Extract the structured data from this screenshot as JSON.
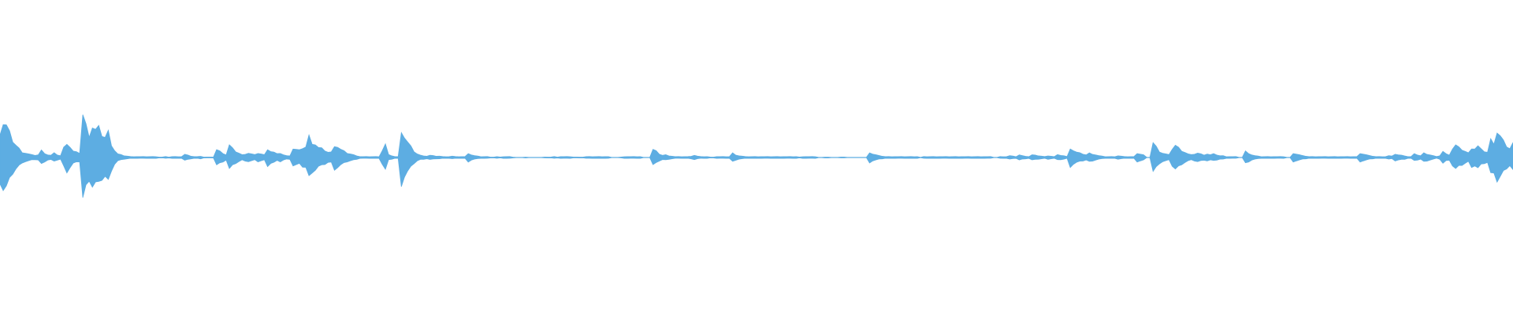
{
  "waveform": {
    "color": "#5DADE2",
    "background": "#FFFFFF",
    "samples": [
      0.58,
      0.78,
      0.72,
      0.55,
      0.38,
      0.28,
      0.2,
      0.12,
      0.1,
      0.08,
      0.06,
      0.05,
      0.06,
      0.16,
      0.1,
      0.06,
      0.05,
      0.1,
      0.06,
      0.04,
      0.22,
      0.34,
      0.24,
      0.14,
      0.12,
      0.1,
      0.98,
      0.72,
      0.52,
      0.7,
      0.62,
      0.66,
      0.52,
      0.46,
      0.58,
      0.3,
      0.16,
      0.08,
      0.06,
      0.04,
      0.03,
      0.02,
      0.02,
      0.02,
      0.02,
      0.02,
      0.02,
      0.02,
      0.02,
      0.02,
      0.01,
      0.01,
      0.02,
      0.01,
      0.02,
      0.02,
      0.02,
      0.02,
      0.07,
      0.05,
      0.03,
      0.02,
      0.02,
      0.03,
      0.01,
      0.01,
      0.01,
      0.01,
      0.18,
      0.14,
      0.1,
      0.06,
      0.28,
      0.2,
      0.14,
      0.1,
      0.06,
      0.08,
      0.1,
      0.08,
      0.06,
      0.1,
      0.08,
      0.06,
      0.2,
      0.14,
      0.12,
      0.08,
      0.1,
      0.06,
      0.04,
      0.04,
      0.2,
      0.18,
      0.16,
      0.22,
      0.24,
      0.48,
      0.34,
      0.3,
      0.22,
      0.2,
      0.16,
      0.12,
      0.12,
      0.28,
      0.24,
      0.18,
      0.14,
      0.1,
      0.08,
      0.06,
      0.04,
      0.02,
      0.02,
      0.02,
      0.02,
      0.02,
      0.02,
      0.02,
      0.16,
      0.3,
      0.06,
      0.04,
      0.02,
      0.02,
      0.64,
      0.46,
      0.34,
      0.24,
      0.14,
      0.08,
      0.05,
      0.04,
      0.03,
      0.05,
      0.04,
      0.03,
      0.03,
      0.02,
      0.02,
      0.02,
      0.03,
      0.02,
      0.02,
      0.02,
      0.02,
      0.1,
      0.06,
      0.04,
      0.03,
      0.02,
      0.02,
      0.02,
      0.01,
      0.01,
      0.02,
      0.01,
      0.02,
      0.02,
      0.02,
      0.01,
      0.0,
      0.0,
      0.0,
      0.01,
      0.0,
      0.0,
      0.0,
      0.0,
      0.0,
      0.01,
      0.01,
      0.01,
      0.02,
      0.01,
      0.02,
      0.02,
      0.02,
      0.02,
      0.01,
      0.01,
      0.01,
      0.01,
      0.02,
      0.02,
      0.02,
      0.02,
      0.02,
      0.02,
      0.02,
      0.02,
      0.0,
      0.0,
      0.0,
      0.01,
      0.02,
      0.02,
      0.02,
      0.02,
      0.02,
      0.02,
      0.0,
      0.0,
      0.0,
      0.18,
      0.14,
      0.08,
      0.05,
      0.06,
      0.04,
      0.03,
      0.02,
      0.02,
      0.02,
      0.02,
      0.02,
      0.03,
      0.05,
      0.03,
      0.02,
      0.02,
      0.02,
      0.01,
      0.01,
      0.02,
      0.02,
      0.02,
      0.02,
      0.02,
      0.1,
      0.06,
      0.04,
      0.03,
      0.02,
      0.02,
      0.02,
      0.02,
      0.02,
      0.02,
      0.02,
      0.02,
      0.02,
      0.02,
      0.02,
      0.02,
      0.02,
      0.02,
      0.02,
      0.02,
      0.02,
      0.01,
      0.02,
      0.02,
      0.02,
      0.02,
      0.02,
      0.0,
      0.0,
      0.01,
      0.01,
      0.0,
      0.0,
      0.0,
      0.01,
      0.01,
      0.0,
      0.0,
      0.0,
      0.0,
      0.0,
      0.0,
      0.0,
      0.12,
      0.08,
      0.06,
      0.04,
      0.03,
      0.02,
      0.02,
      0.02,
      0.02,
      0.02,
      0.02,
      0.02,
      0.02,
      0.02,
      0.02,
      0.02,
      0.0,
      0.02,
      0.02,
      0.02,
      0.02,
      0.02,
      0.02,
      0.02,
      0.02,
      0.02,
      0.02,
      0.02,
      0.02,
      0.02,
      0.02,
      0.02,
      0.02,
      0.02,
      0.02,
      0.02,
      0.02,
      0.02,
      0.02,
      0.0,
      0.0,
      0.02,
      0.02,
      0.02,
      0.04,
      0.03,
      0.02,
      0.06,
      0.04,
      0.03,
      0.02,
      0.06,
      0.05,
      0.04,
      0.03,
      0.02,
      0.04,
      0.03,
      0.02,
      0.06,
      0.05,
      0.04,
      0.02,
      0.22,
      0.16,
      0.12,
      0.1,
      0.08,
      0.06,
      0.1,
      0.08,
      0.06,
      0.04,
      0.03,
      0.02,
      0.02,
      0.02,
      0.02,
      0.04,
      0.03,
      0.02,
      0.02,
      0.02,
      0.02,
      0.1,
      0.08,
      0.06,
      0.0,
      0.0,
      0.34,
      0.24,
      0.14,
      0.1,
      0.08,
      0.06,
      0.2,
      0.28,
      0.22,
      0.16,
      0.12,
      0.08,
      0.06,
      0.08,
      0.1,
      0.08,
      0.06,
      0.08,
      0.06,
      0.08,
      0.06,
      0.04,
      0.04,
      0.02,
      0.02,
      0.02,
      0.02,
      0.0,
      0.0,
      0.14,
      0.1,
      0.06,
      0.04,
      0.03,
      0.02,
      0.02,
      0.02,
      0.02,
      0.02,
      0.02,
      0.02,
      0.02,
      0.0,
      0.0,
      0.1,
      0.08,
      0.06,
      0.04,
      0.03,
      0.02,
      0.02,
      0.02,
      0.02,
      0.02,
      0.02,
      0.02,
      0.02,
      0.02,
      0.02,
      0.02,
      0.02,
      0.02,
      0.02,
      0.02,
      0.02,
      0.1,
      0.08,
      0.06,
      0.04,
      0.03,
      0.02,
      0.02,
      0.02,
      0.02,
      0.04,
      0.03,
      0.08,
      0.06,
      0.05,
      0.04,
      0.02,
      0.02,
      0.08,
      0.06,
      0.04,
      0.1,
      0.08,
      0.06,
      0.04,
      0.02,
      0.04,
      0.14,
      0.08,
      0.06,
      0.2,
      0.28,
      0.22,
      0.18,
      0.14,
      0.1,
      0.22,
      0.2,
      0.26,
      0.18,
      0.14,
      0.12,
      0.4,
      0.34,
      0.58,
      0.48,
      0.36,
      0.26,
      0.2,
      0.32
    ]
  }
}
